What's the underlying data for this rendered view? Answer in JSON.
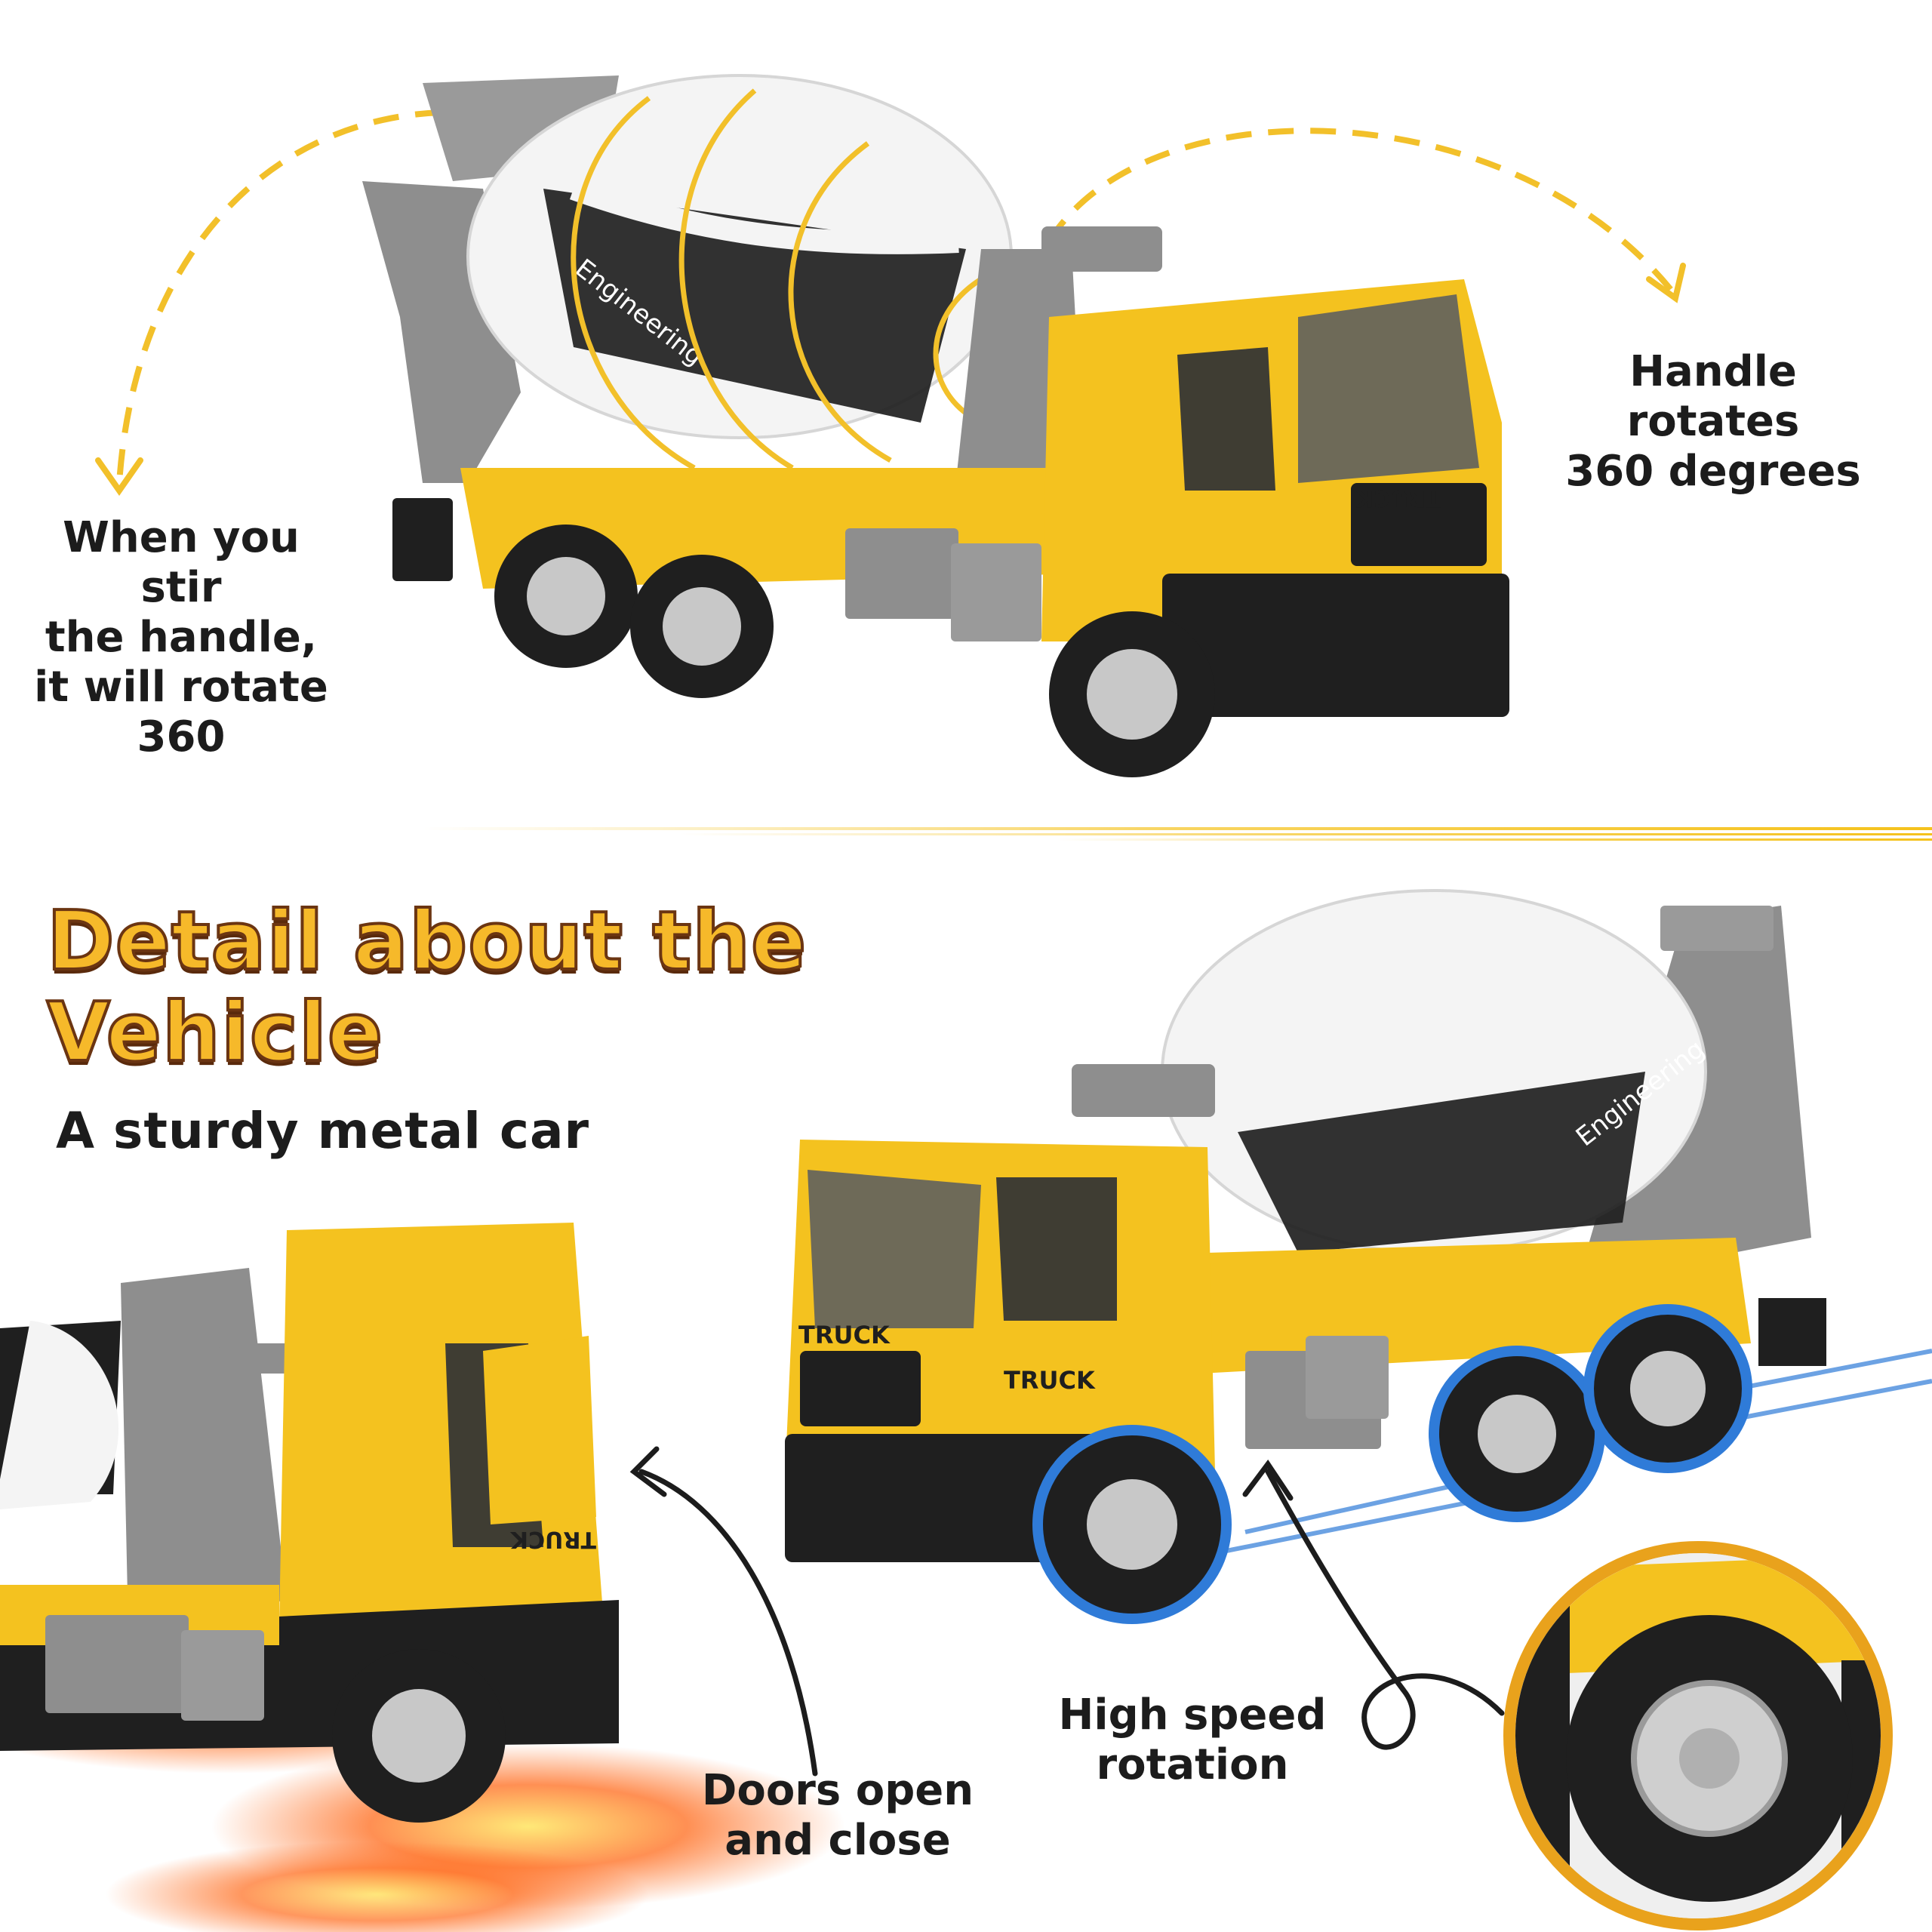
{
  "top_section": {
    "callout_left": [
      "When you stir",
      "the handle,",
      "it will rotate 360"
    ],
    "callout_right": [
      "Handle rotates",
      "360 degrees"
    ]
  },
  "bottom_section": {
    "headline": [
      "Detail about the",
      "Vehicle"
    ],
    "subheadline": "A sturdy metal car",
    "callout_doors": [
      "Doors open",
      "and close"
    ],
    "callout_speed": [
      "High speed",
      "rotation"
    ]
  },
  "truck_labels": {
    "cab_text": "TRUCK",
    "drum_text": "Engineering"
  },
  "colors": {
    "accent_yellow": "#f5c21c",
    "arrow_yellow": "#f2c02a",
    "cab_yellow": "#f4c21f",
    "chassis_black": "#1f1f1f",
    "mixer_gray": "#8e8e8e",
    "drum_white": "#f4f4f4",
    "headline_outline": "#6b3512",
    "motion_blue": "#2f7bd8",
    "fire_orange": "#ff6a1a",
    "zoom_ring_orange": "#e9a21c"
  },
  "icons": [
    "dashed-arrow-icon",
    "curved-arrow-icon",
    "swirl-arrow-icon"
  ]
}
